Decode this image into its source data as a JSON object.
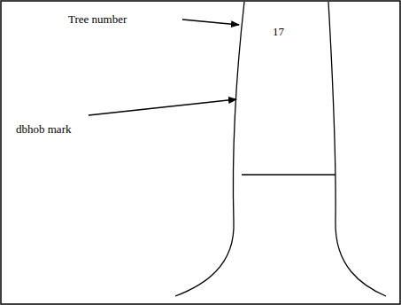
{
  "diagram": {
    "labels": [
      "Tree number",
      "17",
      "dbhob mark"
    ]
  }
}
